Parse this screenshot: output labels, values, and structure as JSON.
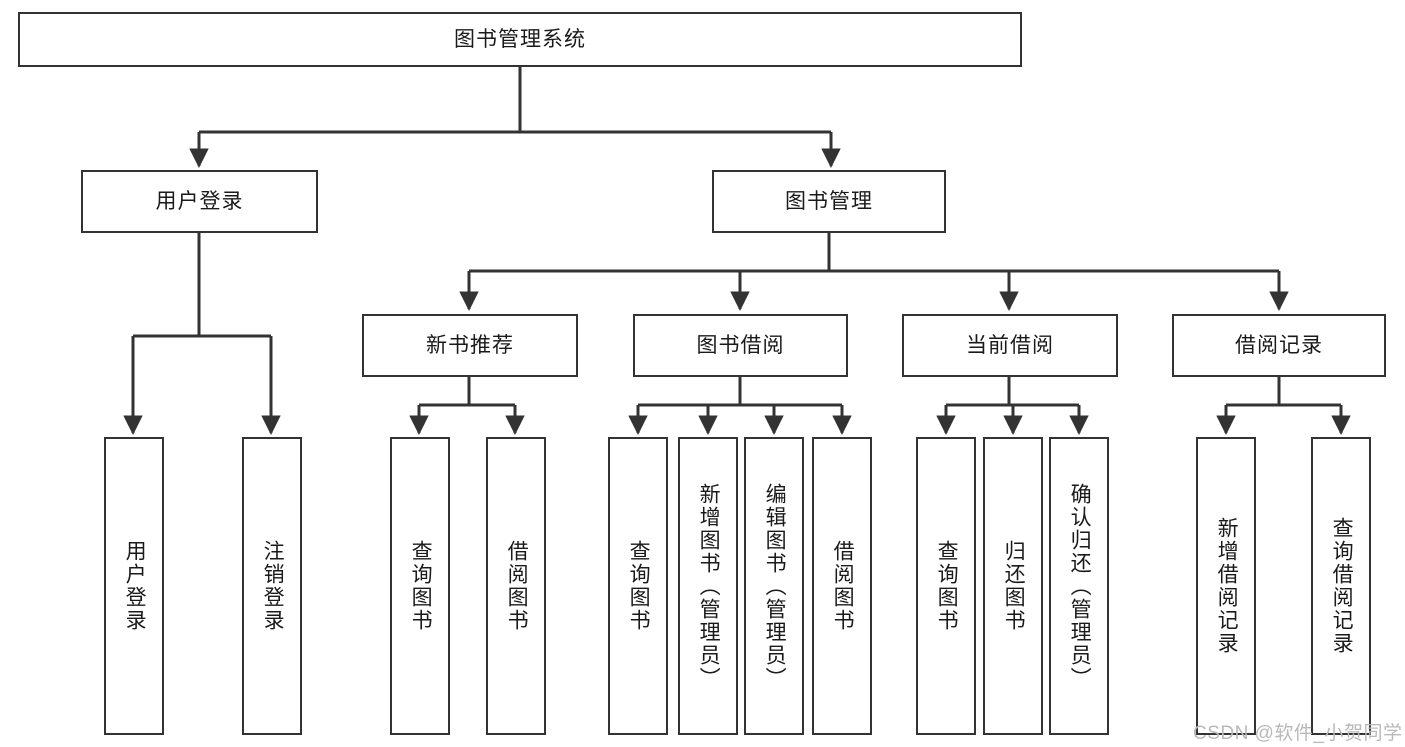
{
  "diagram": {
    "type": "tree-hierarchy-functional-decomposition",
    "title": "图书管理系统",
    "watermark": "CSDN @软件_小贺同学",
    "colors": {
      "stroke": "#333333",
      "box_fill": "#ffffff",
      "text": "#1a1a1a",
      "watermark": "#b9b9b9",
      "background": "#ffffff"
    },
    "nodes": {
      "root": {
        "label": "图书管理系统"
      },
      "level2": [
        {
          "id": "login",
          "label": "用户登录"
        },
        {
          "id": "bookmgmt",
          "label": "图书管理"
        }
      ],
      "level3": [
        {
          "id": "newbook",
          "label": "新书推荐"
        },
        {
          "id": "borrow",
          "label": "图书借阅"
        },
        {
          "id": "current",
          "label": "当前借阅"
        },
        {
          "id": "records",
          "label": "借阅记录"
        }
      ],
      "leaves": {
        "login": [
          {
            "label": "用户登录"
          },
          {
            "label": "注销登录"
          }
        ],
        "newbook": [
          {
            "label": "查询图书"
          },
          {
            "label": "借阅图书"
          }
        ],
        "borrow": [
          {
            "label": "查询图书"
          },
          {
            "label": "新增图书（管理员）"
          },
          {
            "label": "编辑图书（管理员）"
          },
          {
            "label": "借阅图书"
          }
        ],
        "current": [
          {
            "label": "查询图书"
          },
          {
            "label": "归还图书"
          },
          {
            "label": "确认归还（管理员）"
          }
        ],
        "records": [
          {
            "label": "新增借阅记录"
          },
          {
            "label": "查询借阅记录"
          }
        ]
      }
    }
  }
}
